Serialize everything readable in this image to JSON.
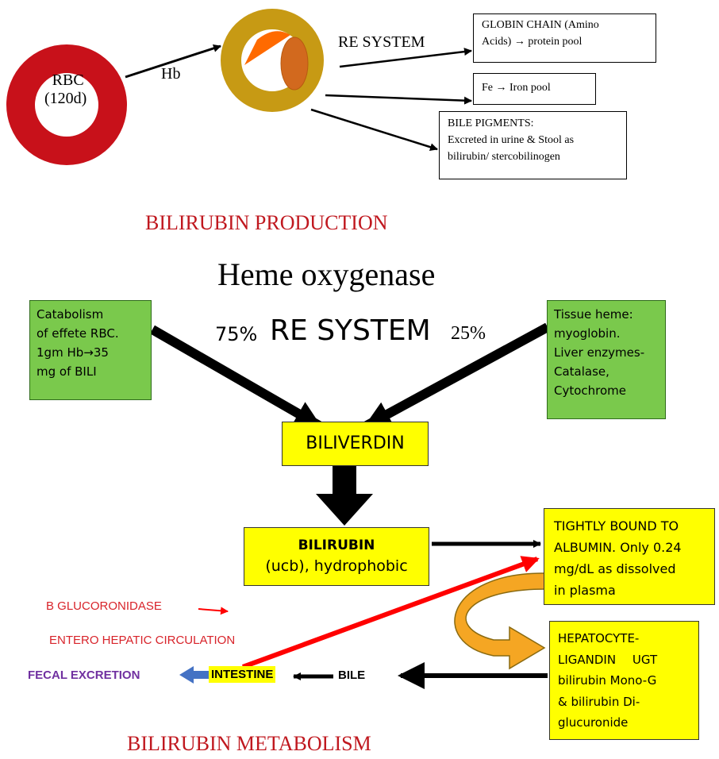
{
  "production": {
    "rbc_label": "RBC",
    "rbc_lifespan": "(120d)",
    "hb_label": "Hb",
    "re_system_label": "RE SYSTEM",
    "globin_box": {
      "line1": "GLOBIN   CHAIN   (Amino",
      "line2": "Acids) → protein pool"
    },
    "fe_box": {
      "line1": "Fe → Iron pool"
    },
    "bile_box": {
      "line1": "BILE PIGMENTS:",
      "line2": "Excreted in urine & Stool as",
      "line3": "bilirubin/ stercobilinogen"
    },
    "section_title": "BILIRUBIN PRODUCTION"
  },
  "metabolism": {
    "enzyme_title": "Heme oxygenase",
    "percent_left": "75%",
    "re_system": "RE SYSTEM",
    "percent_right": "25%",
    "left_source": {
      "line1": "Catabolism",
      "line2": "of effete RBC.",
      "line3": "1gm Hb→35",
      "line4": "mg of BILI"
    },
    "right_source": {
      "line1": "Tissue heme:",
      "line2": "myoglobin.",
      "line3": "Liver enzymes-",
      "line4": "Catalase,",
      "line5": "Cytochrome"
    },
    "biliverdin": "BILIVERDIN",
    "bilirubin": {
      "title": "BILIRUBIN",
      "subtitle": "(ucb), hydrophobic"
    },
    "albumin_box": {
      "line1": "TIGHTLY BOUND TO",
      "line2": "ALBUMIN. Only 0.24",
      "line3": "mg/dL as dissolved",
      "line4": "in plasma"
    },
    "hepatocyte_box": {
      "line1": "HEPATOCYTE-",
      "line2": "LIGANDIN",
      "ugt": "UGT",
      "line3": "bilirubin Mono-G",
      "line4": "& bilirubin Di-",
      "line5": "glucuronide"
    },
    "b_glucoronidase": "B GLUCORONIDASE",
    "entero_hepatic": "ENTERO HEPATIC CIRCULATION",
    "fecal_excretion": "FECAL EXCRETION",
    "intestine": "INTESTINE",
    "bile": "BILE",
    "section_title": "BILIRUBIN METABOLISM"
  },
  "colors": {
    "rbc_red": "#c8111a",
    "macrophage_brown": "#c79a14",
    "green_box": "#7ac94c",
    "yellow_box": "#ffff00",
    "title_red": "#c0181f",
    "fecal_purple": "#7030a0",
    "blue_arrow": "#4472c4",
    "orange_curve": "#f5a623"
  },
  "icons": [
    "rbc-ring-icon",
    "macrophage-cell-icon",
    "curved-arrow-icon"
  ]
}
